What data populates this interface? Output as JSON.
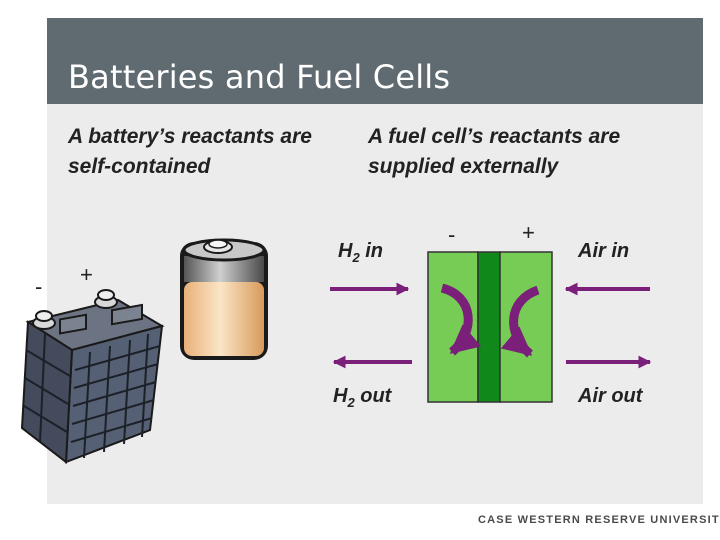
{
  "slide": {
    "title": "Batteries and Fuel Cells",
    "left_caption": "A battery’s reactants are self-contained",
    "right_caption": "A fuel cell’s reactants are supplied externally",
    "footer": "CASE WESTERN RESERVE UNIVERSITY"
  },
  "battery": {
    "minus_label": "-",
    "plus_label": "+"
  },
  "fuel_cell": {
    "h2_in": "H",
    "h2_in_sub": "2",
    "h2_in_suffix": " in",
    "h2_out": "H",
    "h2_out_sub": "2",
    "h2_out_suffix": " out",
    "air_in": "Air in",
    "air_out": "Air out",
    "anode_sign": "-",
    "cathode_sign": "+"
  },
  "colors": {
    "title_bar": "#5f6b70",
    "electrode_green": "#77cc55",
    "membrane_green": "#11881a",
    "arrow_purple": "#7a1f7a"
  }
}
